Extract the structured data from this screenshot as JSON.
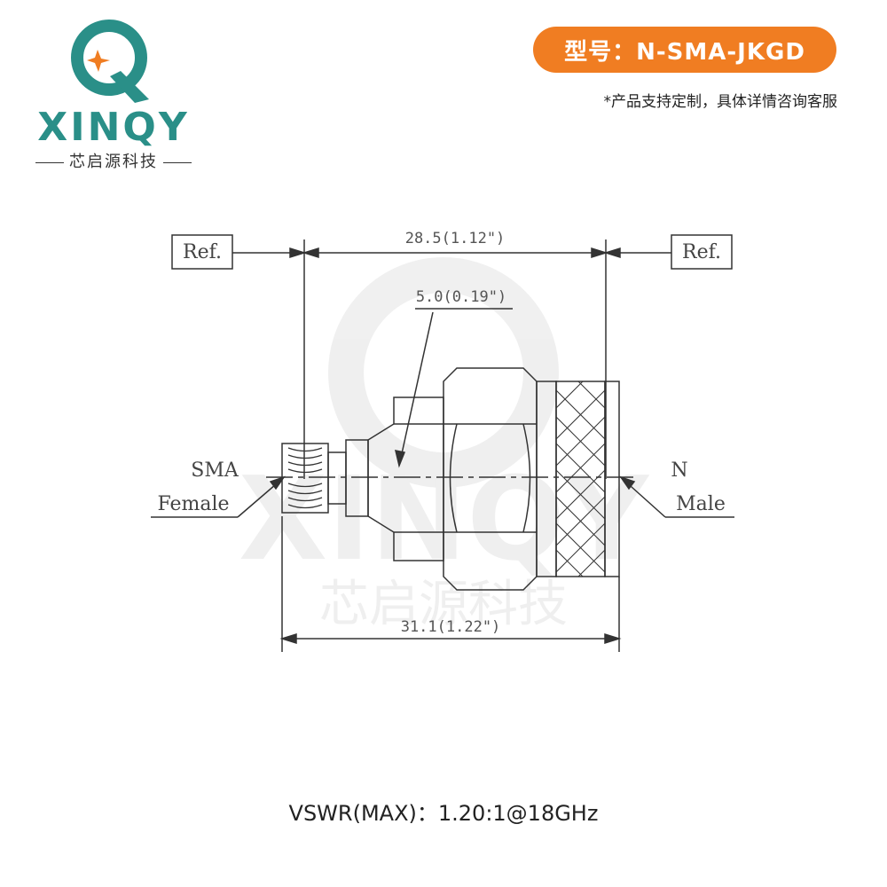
{
  "brand": {
    "name": "XINQY",
    "subtitle": "芯启源科技",
    "color": "#2a8f88",
    "accent": "#f07d22"
  },
  "header": {
    "model_label": "型号：N-SMA-JKGD",
    "custom_note": "*产品支持定制，具体详情咨询客服"
  },
  "drawing": {
    "ref_left": "Ref.",
    "ref_right": "Ref.",
    "dim_top": "28.5(1.12\")",
    "dim_inner": "5.0(0.19\")",
    "dim_bottom": "31.1(1.22\")",
    "left_label_line1": "SMA",
    "left_label_line2": "Female",
    "right_label_line1": "N",
    "right_label_line2": "Male"
  },
  "footer": {
    "vswr": "VSWR(MAX)：1.20:1@18GHz"
  }
}
